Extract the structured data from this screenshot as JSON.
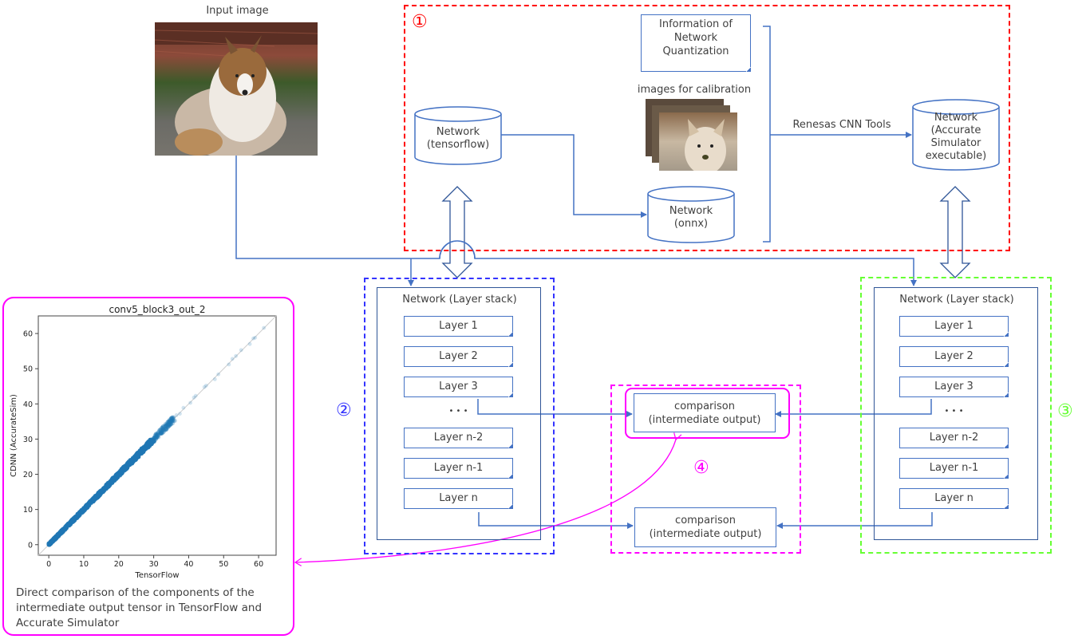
{
  "input": {
    "label": "Input image",
    "image_icon": "dog-photo"
  },
  "section1": {
    "marker": "①",
    "color": "#ff0000",
    "quant_doc": [
      "Information of",
      "Network",
      "Quantization"
    ],
    "calib_label": "images for calibration",
    "calib_icon": "dog-photo-stack",
    "net_tf": [
      "Network",
      "(tensorflow)"
    ],
    "net_onnx": [
      "Network",
      "(onnx)"
    ],
    "tools_label": "Renesas CNN Tools",
    "net_sim": [
      "Network",
      "(Accurate",
      "Simulator",
      "executable)"
    ]
  },
  "section2": {
    "marker": "②",
    "color": "#3333ff",
    "title": "Network (Layer stack)",
    "layers": [
      "Layer 1",
      "Layer 2",
      "Layer 3",
      "Layer n-2",
      "Layer n-1",
      "Layer n"
    ],
    "ellipsis": "• • •"
  },
  "section3": {
    "marker": "③",
    "color": "#66ff33",
    "title": "Network (Layer stack)",
    "layers": [
      "Layer 1",
      "Layer 2",
      "Layer 3",
      "Layer n-2",
      "Layer n-1",
      "Layer n"
    ],
    "ellipsis": "• • •"
  },
  "section4": {
    "marker": "④",
    "color": "#ff00ff",
    "compare_top": [
      "comparison",
      "(intermediate output)"
    ],
    "compare_bottom": [
      "comparison",
      "(intermediate output)"
    ]
  },
  "plot_panel": {
    "caption": [
      "Direct comparison of the components of the",
      "intermediate output tensor in TensorFlow and",
      "Accurate Simulator"
    ]
  },
  "colors": {
    "line_blue": "#4472c4",
    "dark_blue": "#2f5597",
    "scatter_blue": "#1f77b4"
  },
  "chart_data": {
    "type": "scatter",
    "title": "conv5_block3_out_2",
    "xlabel": "TensorFlow",
    "ylabel": "CDNN (AccurateSim)",
    "xlim": [
      -3,
      65
    ],
    "ylim": [
      -3,
      65
    ],
    "xticks": [
      0,
      10,
      20,
      30,
      40,
      50,
      60
    ],
    "yticks": [
      0,
      10,
      20,
      30,
      40,
      50,
      60
    ],
    "reference_line": "y = x",
    "dense_band": {
      "x_from": 0,
      "x_to": 36,
      "spread": 1.2
    },
    "sparse_points": [
      [
        36.5,
        36.8
      ],
      [
        37.5,
        37.2
      ],
      [
        38.5,
        38.9
      ],
      [
        40.5,
        40.3
      ],
      [
        41.5,
        41.8
      ],
      [
        42.0,
        42.3
      ],
      [
        44.5,
        44.8
      ],
      [
        45.0,
        45.2
      ],
      [
        47.5,
        47.0
      ],
      [
        48.5,
        48.4
      ],
      [
        51.5,
        51.2
      ],
      [
        52.5,
        52.8
      ],
      [
        53.5,
        53.6
      ],
      [
        55.0,
        55.3
      ],
      [
        57.5,
        57.0
      ],
      [
        58.5,
        58.6
      ],
      [
        59.0,
        58.8
      ],
      [
        61.5,
        61.6
      ]
    ]
  }
}
